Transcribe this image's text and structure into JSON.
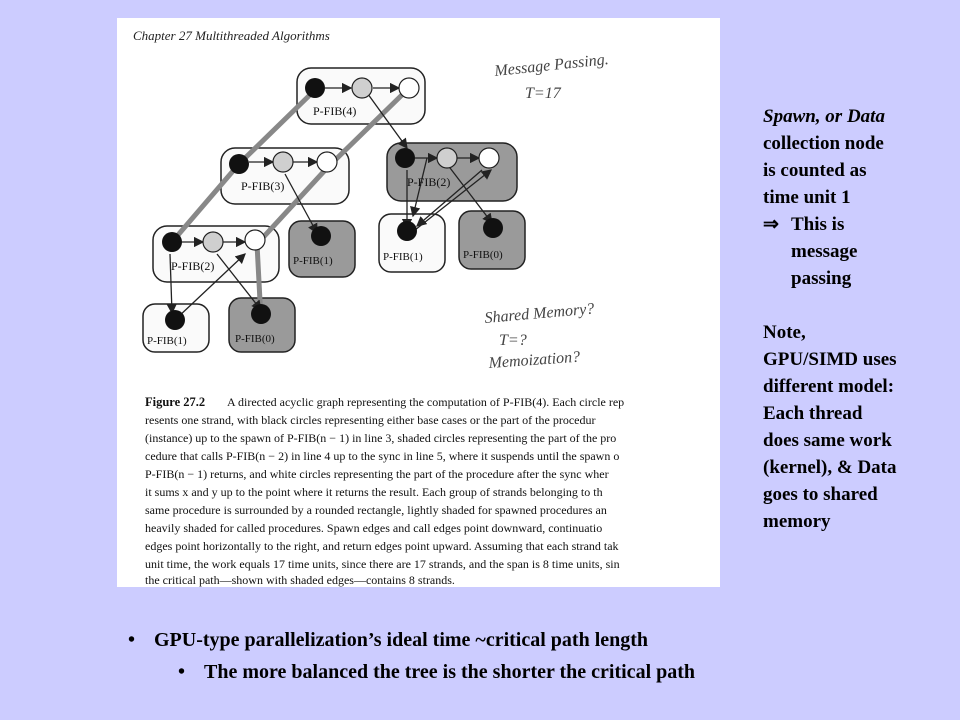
{
  "scan": {
    "header": "Chapter 27 Multithreaded Algorithms",
    "notes": {
      "top_line1": "Message Passing.",
      "top_line2": "T=17",
      "bottom_line1": "Shared Memory?",
      "bottom_line2": "T=?",
      "bottom_line3": "Memoization?"
    },
    "nodes": {
      "pfib4": "P-FIB(4)",
      "pfib3": "P-FIB(3)",
      "pfib2a": "P-FIB(2)",
      "pfib2b": "P-FIB(2)",
      "pfib1a": "P-FIB(1)",
      "pfib1b": "P-FIB(1)",
      "pfib1c": "P-FIB(1)",
      "pfib0a": "P-FIB(0)",
      "pfib0b": "P-FIB(0)"
    },
    "caption": {
      "lines": [
        "A directed acyclic graph representing the computation of P-FIB(4). Each circle rep",
        "resents one strand, with black circles representing either base cases or the part of the procedur",
        "(instance) up to the spawn of P-FIB(n − 1) in line 3, shaded circles representing the part of the pro",
        "cedure that calls P-FIB(n − 2) in line 4 up to the sync in line 5, where it suspends until the spawn o",
        "P-FIB(n − 1) returns, and white circles representing the part of the procedure after the sync wher",
        "it sums x and y up to the point where it returns the result. Each group of strands belonging to th",
        "same procedure is surrounded by a rounded rectangle, lightly shaded for spawned procedures an",
        "heavily shaded for called procedures. Spawn edges and call edges point downward, continuatio",
        "edges point horizontally to the right, and return edges point upward. Assuming that each strand tak",
        "unit time, the work equals 17 time units, since there are 17 strands, and the span is 8 time units, sin",
        "the critical path—shown with shaded edges—contains 8 strands."
      ],
      "label": "Figure 27.2"
    }
  },
  "sidebar": {
    "l1": "Spawn, or Data",
    "l2": "collection node",
    "l3": "is counted as",
    "l4": "time unit 1",
    "implies": "⇒",
    "imp1": "This is",
    "imp2": "message",
    "imp3": "passing",
    "n1": "Note,",
    "n2": "GPU/SIMD uses",
    "n3": "different model:",
    "n4": "Each thread",
    "n5": "does same work",
    "n6": "(kernel), & Data",
    "n7": "goes to shared",
    "n8": "memory"
  },
  "bullets": {
    "b1": "GPU-type parallelization’s ideal time ~critical path length",
    "b2": "The more balanced the tree is the shorter the critical path"
  }
}
